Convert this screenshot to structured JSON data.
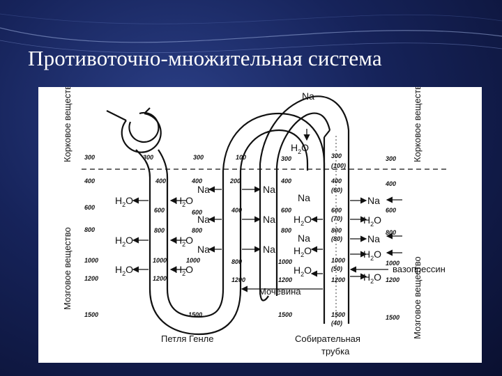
{
  "title": "Противоточно-множительная система",
  "colors": {
    "background": "#16235a",
    "title": "#ffffff",
    "figure_bg": "#ffffff",
    "ink": "#111111"
  },
  "diagram": {
    "zones": {
      "cortex_left": "Корковое вещество",
      "medulla_left": "Мозговое вещество",
      "cortex_right": "Корковое вещество",
      "medulla_right": "Мозговое вещество"
    },
    "labels": {
      "loop": "Петля Генле",
      "duct_line1": "Собирательная",
      "duct_line2": "трубка",
      "urea": "Мочевина",
      "vasopressin": "вазопрессин",
      "na": "Na",
      "h2o_h": "H",
      "h2o_2": "2",
      "h2o_o": "O"
    },
    "values": {
      "c300a": "300",
      "c300b": "300",
      "c300c": "300",
      "c100": "100",
      "c300d": "300",
      "c300e": "300",
      "c300f": "300",
      "p100": "(100)",
      "r400a": "400",
      "r400b": "400",
      "r400c": "400",
      "r200": "200",
      "r400d": "400",
      "r400e": "400",
      "p60": "(60)",
      "r400f": "400",
      "m600a": "600",
      "m600b": "600",
      "m600c": "600",
      "m400": "400",
      "m600d": "600",
      "m600e": "600",
      "p70": "(70)",
      "m600f": "600",
      "n800a": "800",
      "n800b": "800",
      "n800c": "800",
      "n800d": "800",
      "n800e": "800",
      "p80": "(80)",
      "n800f": "800",
      "t1000a": "1000",
      "t1000b": "1000",
      "t1000c": "1000",
      "t800": "800",
      "t1000d": "1000",
      "t1000e": "1000",
      "p50": "(50)",
      "t1000f": "1000",
      "u1200a": "1200",
      "u1200b": "1200",
      "u1200c": "1200",
      "u1200d": "1200",
      "u1200e": "1200",
      "u1200f": "1200",
      "b1500a": "1500",
      "b1500b": "1500",
      "b1500c": "1500",
      "b1500d": "1500",
      "b1500e": "1500",
      "p40": "(40)"
    }
  }
}
